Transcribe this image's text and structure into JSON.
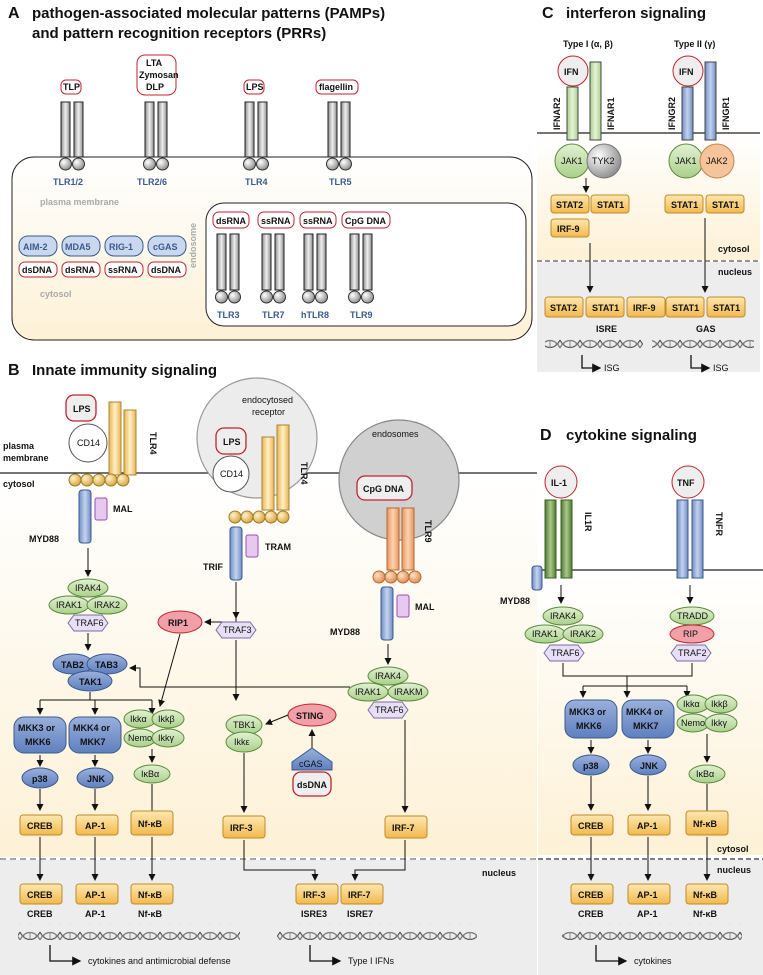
{
  "panels": {
    "A": {
      "letter": "A",
      "title_line1": "pathogen-associated molecular patterns (PAMPs)",
      "title_line2": "and pattern recognition receptors (PRRs)",
      "ligands_surface": [
        "TLP",
        "LTA",
        "Zymosan",
        "DLP",
        "LPS",
        "flagellin"
      ],
      "surface_receptors": [
        "TLR1/2",
        "TLR2/6",
        "TLR4",
        "TLR5"
      ],
      "plasma_membrane": "plasma membrane",
      "cytosol": "cytosol",
      "endosome": "endosome",
      "cytosolic_sensors": [
        "AIM-2",
        "MDA5",
        "RIG-1",
        "cGAS"
      ],
      "cytosolic_ligands": [
        "dsDNA",
        "dsRNA",
        "ssRNA",
        "dsDNA"
      ],
      "endosomal_ligands": [
        "dsRNA",
        "ssRNA",
        "ssRNA",
        "CpG DNA"
      ],
      "endosomal_receptors": [
        "TLR3",
        "TLR7",
        "hTLR8",
        "TLR9"
      ]
    },
    "B": {
      "letter": "B",
      "title": "Innate immunity signaling",
      "plasma": "plasma",
      "membrane": "membrane",
      "cytosol": "cytosol",
      "nucleus": "nucleus",
      "endocytosed1": "endocytosed",
      "endocytosed2": "receptor",
      "endosomes": "endosomes",
      "lps": "LPS",
      "cd14": "CD14",
      "tlr4": "TLR4",
      "tlr9": "TLR9",
      "cpg": "CpG DNA",
      "mal": "MAL",
      "myd88": "MYD88",
      "tram": "TRAM",
      "trif": "TRIF",
      "irak4": "IRAK4",
      "irak1": "IRAK1",
      "irak2": "IRAK2",
      "irakm": "IRAKM",
      "traf6": "TRAF6",
      "traf3": "TRAF3",
      "rip1": "RIP1",
      "tab2": "TAB2",
      "tab3": "TAB3",
      "tak1": "TAK1",
      "mkk3": "MKK3 or",
      "mkk6": "MKK6",
      "mkk4": "MKK4 or",
      "mkk7": "MKK7",
      "ikka": "Ikkα",
      "ikkb": "Ikkβ",
      "nemo": "Nemo",
      "ikkg": "Ikkγ",
      "tbk1": "TBK1",
      "ikke": "Ikkε",
      "sting": "STING",
      "cgas": "cGAS",
      "dsdna": "dsDNA",
      "p38": "p38",
      "jnk": "JNK",
      "ikba": "IκBα",
      "creb": "CREB",
      "ap1": "AP-1",
      "nfkb": "Nf-κB",
      "irf3": "IRF-3",
      "irf7": "IRF-7",
      "isre3": "ISRE3",
      "isre7": "ISRE7",
      "out1": "cytokines and antimicrobial defense",
      "out2": "Type I IFNs"
    },
    "C": {
      "letter": "C",
      "title": "interferon signaling",
      "type1": "Type I (α, β)",
      "type2": "Type II (γ)",
      "ifn": "IFN",
      "ifnar2": "IFNAR2",
      "ifnar1": "IFNAR1",
      "ifngr2": "IFNGR2",
      "ifngr1": "IFNGR1",
      "jak1": "JAK1",
      "tyk2": "TYK2",
      "jak2": "JAK2",
      "stat1": "STAT1",
      "stat2": "STAT2",
      "irf9": "IRF-9",
      "cytosol": "cytosol",
      "nucleus": "nucleus",
      "isre": "ISRE",
      "gas": "GAS",
      "isg": "ISG"
    },
    "D": {
      "letter": "D",
      "title": "cytokine signaling",
      "il1": "IL-1",
      "tnf": "TNF",
      "il1r": "IL1R",
      "tnfr": "TNFR",
      "myd88": "MYD88",
      "irak4": "IRAK4",
      "irak1": "IRAK1",
      "irak2": "IRAK2",
      "traf6": "TRAF6",
      "tradd": "TRADD",
      "rip": "RIP",
      "traf2": "TRAF2",
      "mkk3": "MKK3 or",
      "mkk6": "MKK6",
      "mkk4": "MKK4 or",
      "mkk7": "MKK7",
      "ikka": "Ikkα",
      "ikkb": "Ikkβ",
      "nemo": "Nemo",
      "ikkg": "Ikkγ",
      "p38": "p38",
      "jnk": "JNK",
      "ikba": "IκBα",
      "creb": "CREB",
      "ap1": "AP-1",
      "nfkb": "Nf-κB",
      "cytosol": "cytosol",
      "nucleus": "nucleus",
      "out": "cytokines"
    }
  },
  "colors": {
    "yellow": "#f7c86a",
    "blue": "#9fb4da",
    "green": "#b8d89a",
    "grey": "#d6d6d6",
    "red": "#c0232f",
    "purple": "#d9b6e3"
  }
}
